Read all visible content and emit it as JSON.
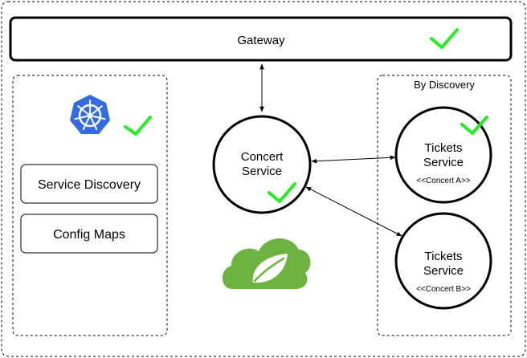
{
  "gateway": {
    "label": "Gateway",
    "status_icon": "check-icon"
  },
  "left_panel": {
    "logo": "kubernetes-logo",
    "status_icon": "check-icon",
    "items": [
      {
        "label": "Service Discovery"
      },
      {
        "label": "Config Maps"
      }
    ]
  },
  "concert_service": {
    "label_line1": "Concert",
    "label_line2": "Service",
    "status_icon": "check-icon"
  },
  "spring_logo": "spring-cloud-logo",
  "right_panel": {
    "title": "By Discovery",
    "services": [
      {
        "label_line1": "Tickets",
        "label_line2": "Service",
        "tag": "<<Concert A>>",
        "status_icon": "check-icon"
      },
      {
        "label_line1": "Tickets",
        "label_line2": "Service",
        "tag": "<<Concert B>>"
      }
    ]
  },
  "colors": {
    "check": "#22ee22",
    "kubernetes": "#326ce5",
    "spring": "#6db33f",
    "stroke": "#000000"
  }
}
